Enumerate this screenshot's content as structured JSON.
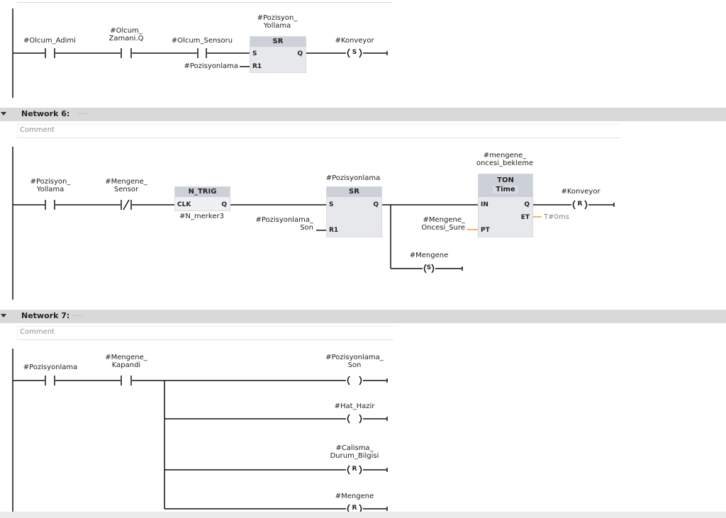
{
  "networks": {
    "n5": {
      "contacts": [
        {
          "label": "#Olcum_Adimi",
          "type": "NO"
        },
        {
          "label": "#Olcum_\nZamani.Q",
          "type": "NO"
        },
        {
          "label": "#Olcum_Sensoru",
          "type": "NO"
        }
      ],
      "sr": {
        "instance": "#Pozisyon_\nYollama",
        "title": "SR",
        "pin_s": "S",
        "pin_r1": "R1",
        "pin_q": "Q",
        "r1_operand": "#Pozisyonlama"
      },
      "coil": {
        "label": "#Konveyor",
        "type": "S"
      }
    },
    "n6": {
      "header": "Network 6:",
      "dots": ".....",
      "comment": "Comment",
      "contacts": [
        {
          "label": "#Pozisyon_\nYollama",
          "type": "NO"
        },
        {
          "label": "#Mengene_\nSensor",
          "type": "NC"
        }
      ],
      "ntrig": {
        "title": "N_TRIG",
        "pin_clk": "CLK",
        "pin_q": "Q",
        "memory": "#N_merker3"
      },
      "sr": {
        "instance": "#Pozisyonlama",
        "title": "SR",
        "pin_s": "S",
        "pin_r1": "R1",
        "pin_q": "Q",
        "r1_operand": "#Pozisyonlama_\nSon"
      },
      "ton": {
        "instance": "#mengene_\noncesi_bekleme",
        "title": "TON",
        "subtitle": "Time",
        "pin_in": "IN",
        "pin_pt": "PT",
        "pin_q": "Q",
        "pin_et": "ET",
        "pt_operand": "#Mengene_\nOncesi_Sure",
        "et_value": "T#0ms"
      },
      "coil_q": {
        "label": "#Konveyor",
        "type": "R"
      },
      "coil_branch": {
        "label": "#Mengene",
        "type": "S"
      }
    },
    "n7": {
      "header": "Network 7:",
      "dots": ".....",
      "comment": "Comment",
      "contacts": [
        {
          "label": "#Pozisyonlama",
          "type": "NO"
        },
        {
          "label": "#Mengene_\nKapandi",
          "type": "NO"
        }
      ],
      "coils": [
        {
          "label": "#Pozisyonlama_\nSon",
          "type": ""
        },
        {
          "label": "#Hat_Hazir",
          "type": ""
        },
        {
          "label": "#Calisma_\nDurum_Bilgisi",
          "type": "R"
        },
        {
          "label": "#Mengene",
          "type": "R"
        }
      ]
    }
  },
  "colors": {
    "wire": "#111111",
    "analog_wire": "#e8a020",
    "header_bg": "#d9d9d9",
    "box_bg": "#e6e8ec",
    "box_header": "#ccd0d8"
  }
}
